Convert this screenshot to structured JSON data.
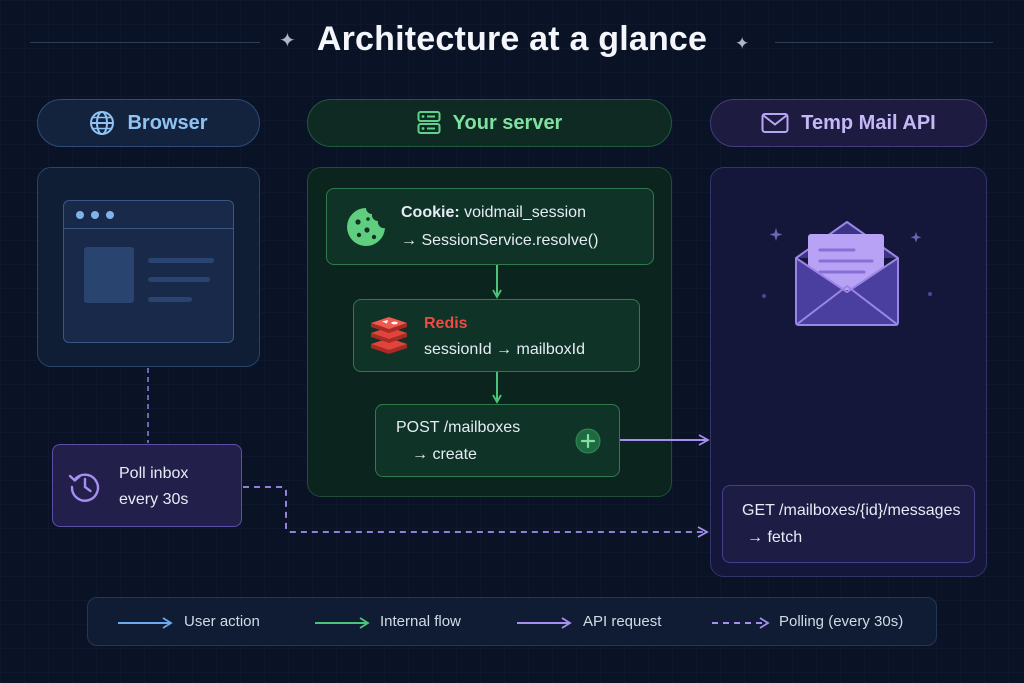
{
  "title": "Architecture at a glance",
  "columns": {
    "browser": {
      "label": "Browser",
      "icon": "globe-icon"
    },
    "server": {
      "label": "Your server",
      "icon": "server-icon"
    },
    "api": {
      "label": "Temp Mail API",
      "icon": "envelope-icon"
    }
  },
  "server": {
    "cookie": {
      "label": "Cookie:",
      "name": "voidmail_session",
      "resolve": "→ SessionService.resolve()",
      "icon": "cookie-icon"
    },
    "redis": {
      "label": "Redis",
      "mapping": "sessionId → mailboxId",
      "icon": "redis-icon"
    },
    "post": {
      "label": "POST /mailboxes",
      "action": "→ create",
      "icon": "plus-icon"
    }
  },
  "browser": {
    "poll": {
      "line1": "Poll inbox",
      "line2": "every 30s",
      "icon": "clock-refresh-icon"
    }
  },
  "api": {
    "get": {
      "label": "GET /mailboxes/{id}/messages",
      "action": "→ fetch"
    },
    "illustration": "open-envelope-icon"
  },
  "legend": [
    {
      "label": "User action",
      "style": "solid",
      "color": "#6aa9ec"
    },
    {
      "label": "Internal flow",
      "style": "solid",
      "color": "#4cc37a"
    },
    {
      "label": "API request",
      "style": "solid",
      "color": "#a58ff0"
    },
    {
      "label": "Polling (every 30s)",
      "style": "dashed",
      "color": "#a58ff0"
    }
  ],
  "colors": {
    "background": "#0a1326",
    "blue": "#6aa9ec",
    "green": "#4cc37a",
    "purple": "#a58ff0",
    "redis_red": "#e0443b"
  }
}
